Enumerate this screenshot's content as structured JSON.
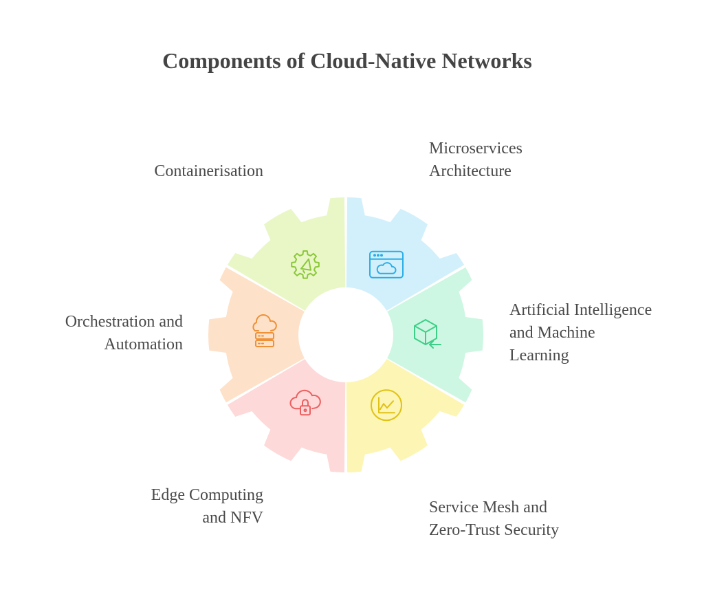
{
  "title": "Components of Cloud-Native Networks",
  "segments": [
    {
      "id": "containerisation",
      "lines": [
        "Containerisation"
      ],
      "color": "#d2f0fb",
      "icon_color": "#2aaee6",
      "icon": "browser-cloud-icon"
    },
    {
      "id": "microservices",
      "lines": [
        "Microservices",
        "Architecture"
      ],
      "color": "#cdf7e2",
      "icon_color": "#3ccf87",
      "icon": "cube-arrow-icon"
    },
    {
      "id": "ai-ml",
      "lines": [
        "Artificial Intelligence",
        "and Machine",
        "Learning"
      ],
      "color": "#fdf5b4",
      "icon_color": "#e0c217",
      "icon": "chart-circle-icon"
    },
    {
      "id": "service-mesh",
      "lines": [
        "Service Mesh and",
        "Zero-Trust Security"
      ],
      "color": "#fdd9d9",
      "icon_color": "#ec5f5f",
      "icon": "cloud-lock-icon"
    },
    {
      "id": "edge",
      "lines": [
        "Edge Computing",
        "and NFV"
      ],
      "color": "#fde1c9",
      "icon_color": "#ef9137",
      "icon": "cloud-server-icon"
    },
    {
      "id": "orchestration",
      "lines": [
        "Orchestration and",
        "Automation"
      ],
      "color": "#e9f7c7",
      "icon_color": "#8bc73a",
      "icon": "gear-megaphone-icon"
    }
  ]
}
